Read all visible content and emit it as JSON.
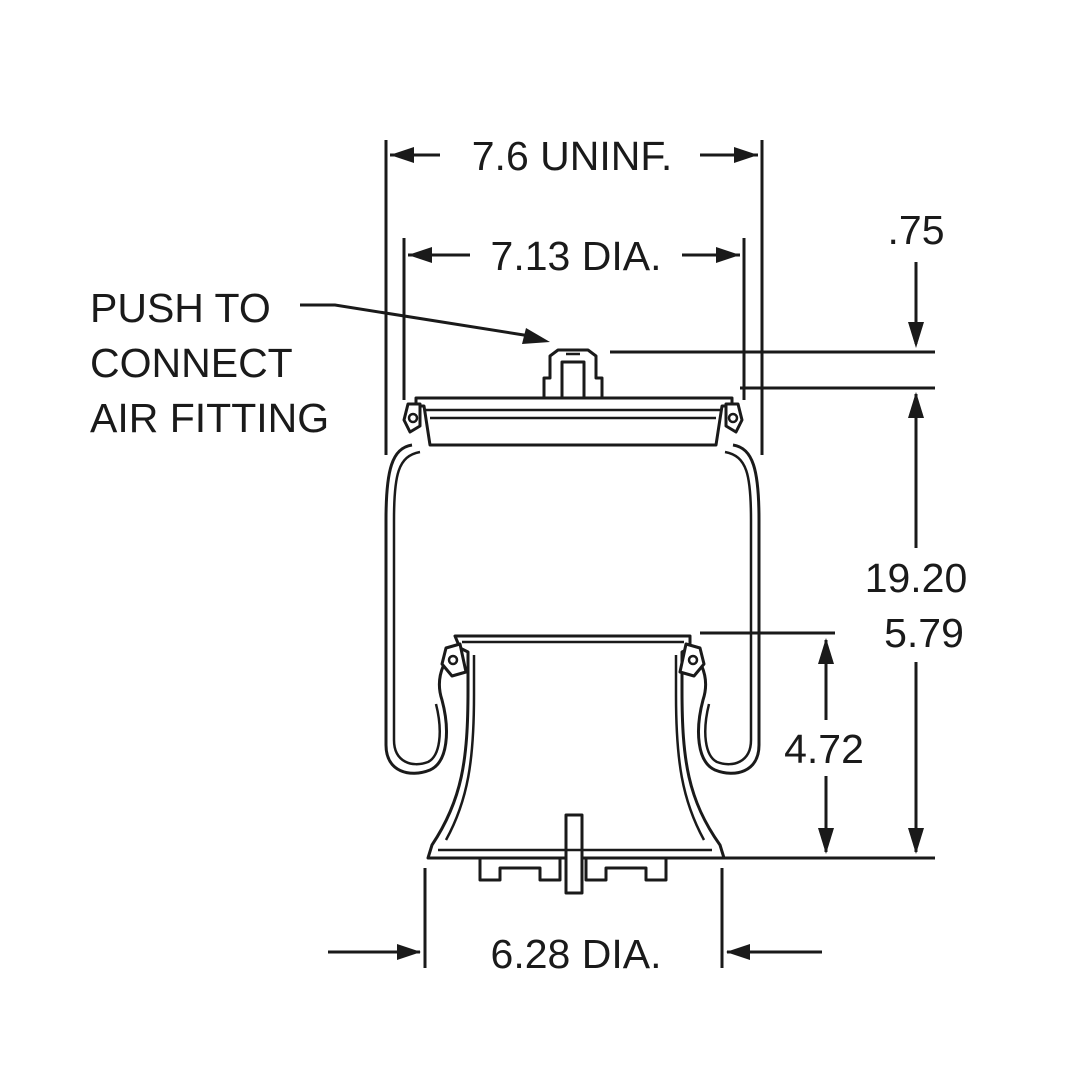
{
  "labels": {
    "uninflated_width": "7.6 UNINF.",
    "top_plate_dia": "7.13 DIA.",
    "fitting_height": ".75",
    "fitting_line1": "PUSH TO",
    "fitting_line2": "CONNECT",
    "fitting_line3": "AIR FITTING",
    "max_height": "19.20",
    "min_height": "5.79",
    "piston_height": "4.72",
    "piston_dia": "6.28 DIA."
  },
  "colors": {
    "line": "#1a1a1a",
    "background": "#ffffff"
  }
}
